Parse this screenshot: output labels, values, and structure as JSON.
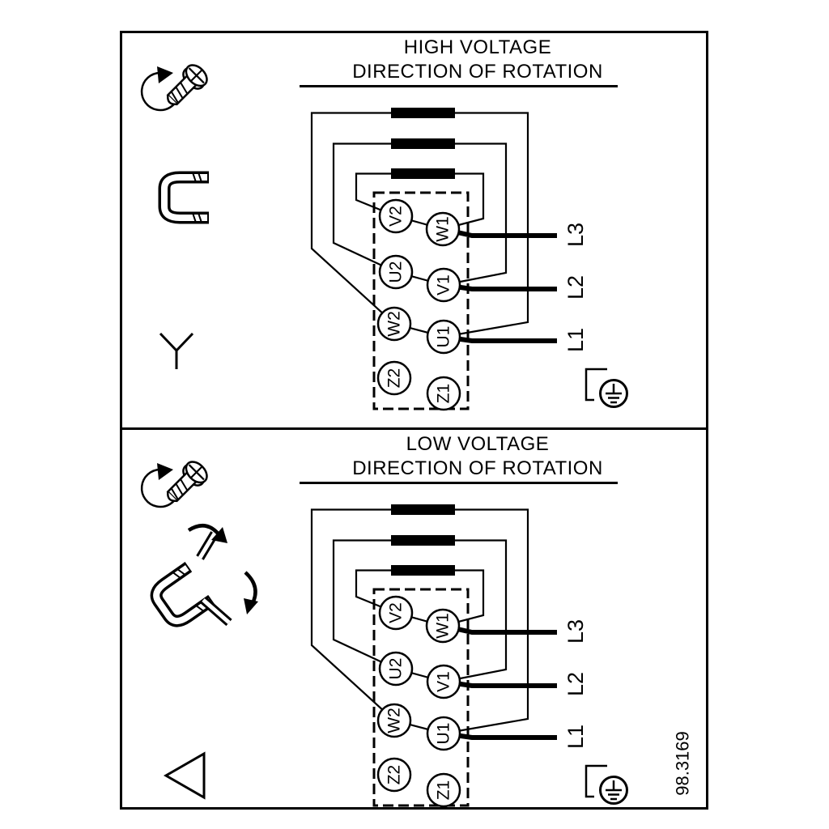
{
  "colors": {
    "ink": "#000000",
    "paper": "#ffffff"
  },
  "figure_number": "98.3169",
  "panels": [
    {
      "title_line1": "HIGH VOLTAGE",
      "title_line2": "DIRECTION OF ROTATION",
      "rotation_icon": "screw-rotation-icon",
      "link_icon": "jumper-link-icon",
      "connection_icon": "star-connection-icon",
      "earth_icon": "earth-terminal-icon",
      "terminals_left": [
        "V2",
        "U2",
        "W2",
        "Z2"
      ],
      "terminals_right": [
        "W1",
        "V1",
        "U1",
        "Z1"
      ],
      "lines": [
        "L3",
        "L2",
        "L1"
      ]
    },
    {
      "title_line1": "LOW VOLTAGE",
      "title_line2": "DIRECTION OF ROTATION",
      "rotation_icon": "screw-rotation-icon",
      "link_icon": "jumper-removal-icon",
      "connection_icon": "delta-connection-icon",
      "earth_icon": "earth-terminal-icon",
      "terminals_left": [
        "V2",
        "U2",
        "W2",
        "Z2"
      ],
      "terminals_right": [
        "W1",
        "V1",
        "U1",
        "Z1"
      ],
      "lines": [
        "L3",
        "L2",
        "L1"
      ]
    }
  ]
}
